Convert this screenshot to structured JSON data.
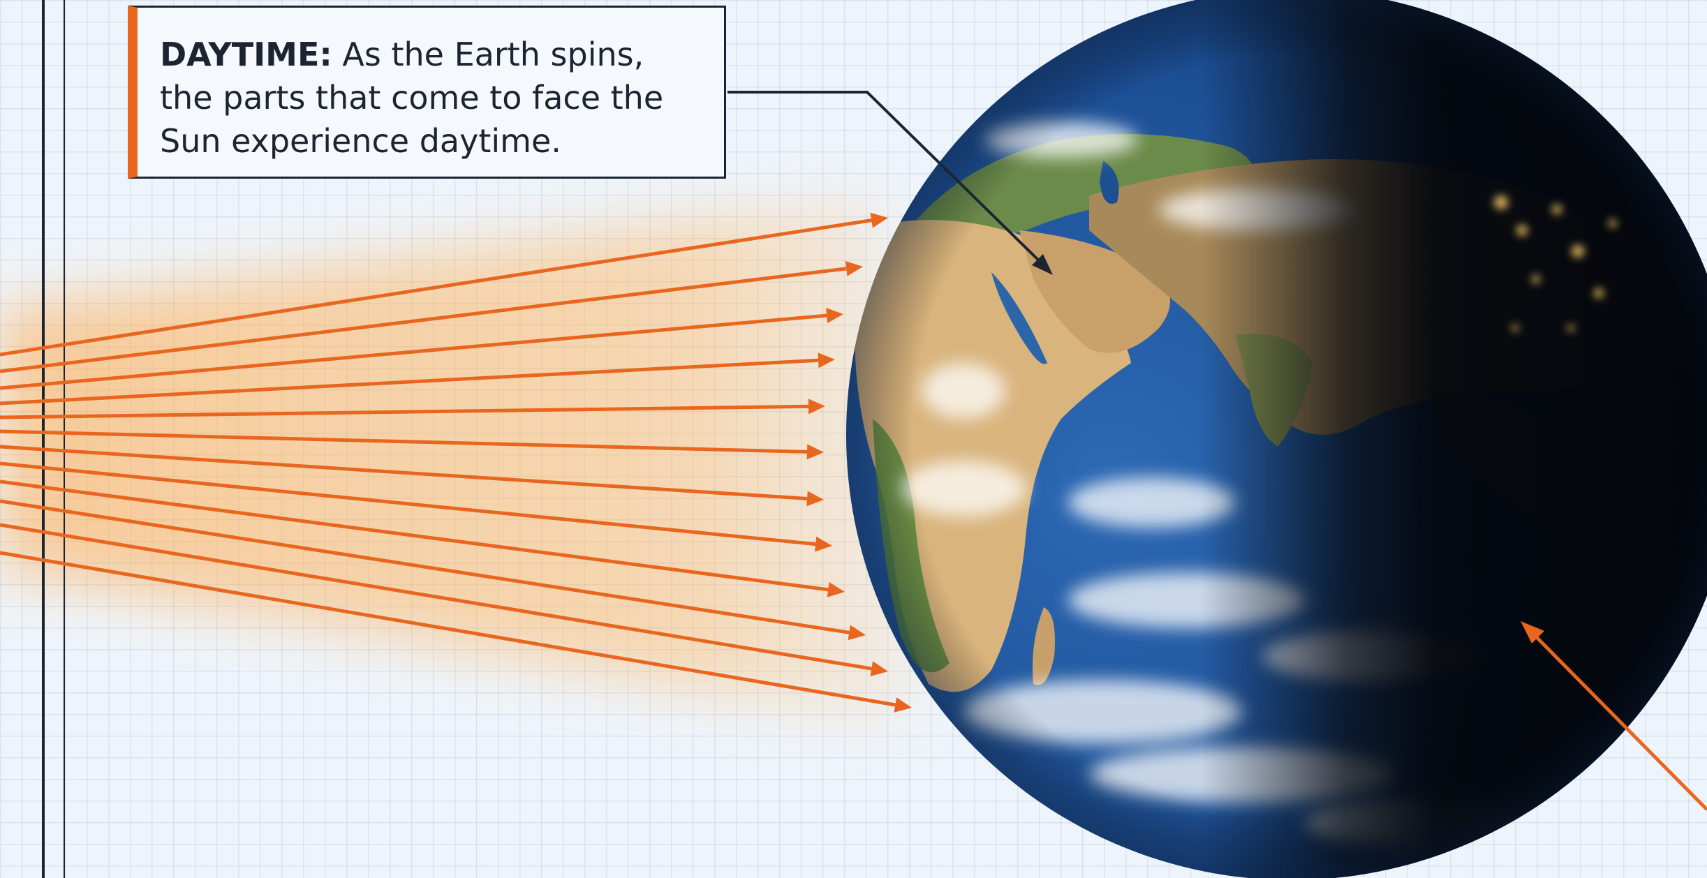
{
  "callout": {
    "heading": "DAYTIME:",
    "body": " As the Earth spins, the parts that come to face the Sun experience daytime."
  },
  "colors": {
    "background": "#eef4fb",
    "grid": "#c6d3e4",
    "sun_ray": "#e8661e",
    "sun_glow": "#ffb347",
    "callout_accent": "#e8661e",
    "callout_border": "#1d2431",
    "pointer_line": "#1d2431",
    "ocean": "#1d4f93",
    "land": "#d7b27a",
    "vegetation": "#4f7d3b",
    "night_side": "#04070d"
  },
  "sun_rays": {
    "count": 12,
    "direction": "left-to-right"
  },
  "earth": {
    "lit_side": "left",
    "dark_side": "right",
    "city_lights": true
  },
  "icons": {
    "daytime_pointer": "arrow-pointer-icon",
    "nighttime_pointer": "arrow-pointer-icon"
  }
}
